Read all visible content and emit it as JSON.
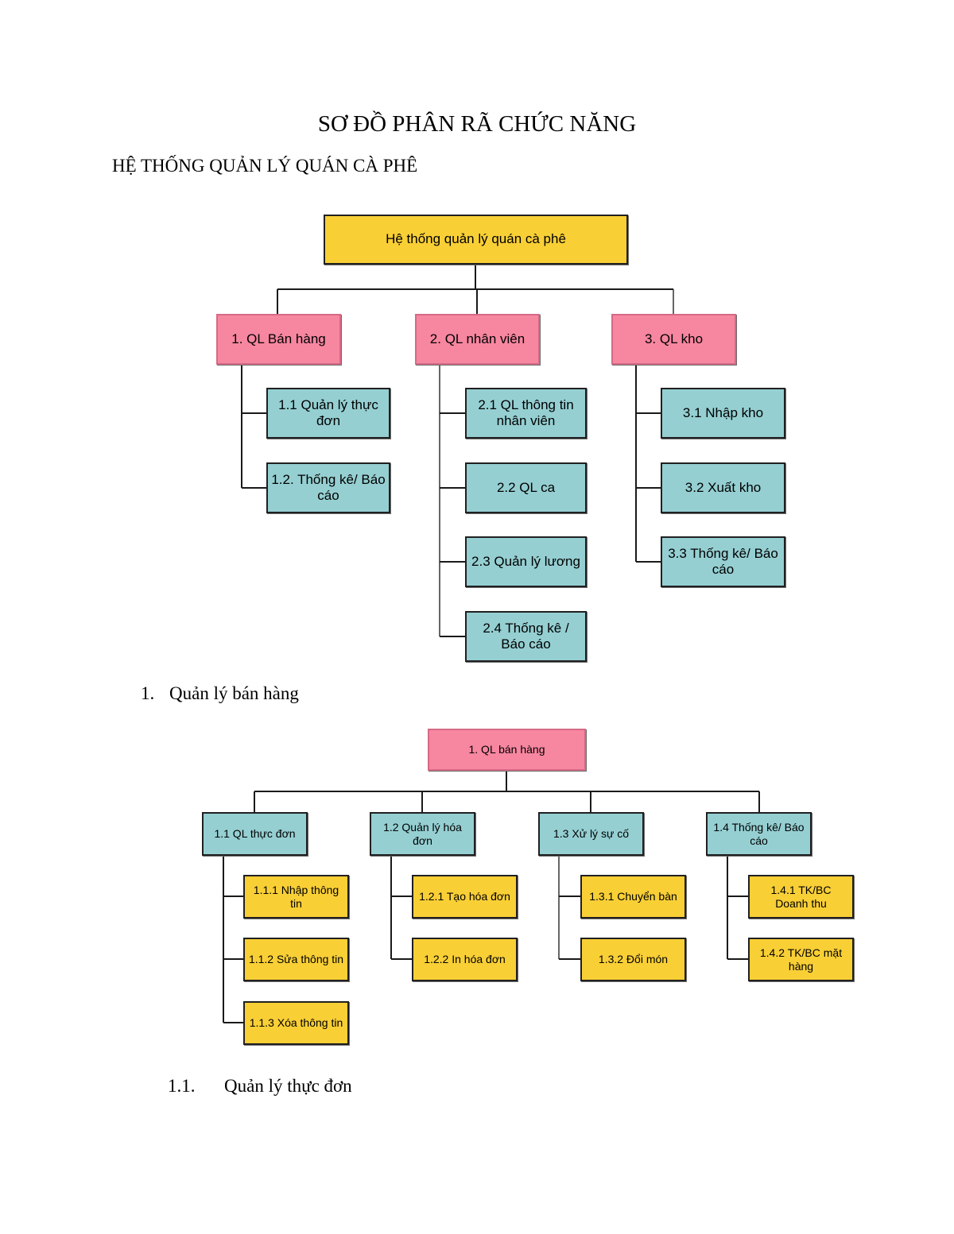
{
  "document": {
    "title": "SƠ ĐỒ PHÂN RÃ CHỨC NĂNG",
    "subtitle": "HỆ THỐNG QUẢN LÝ QUÁN CÀ PHÊ",
    "section_1": {
      "number": "1.",
      "title": "Quản lý bán hàng"
    },
    "section_1_1": {
      "number": "1.1.",
      "title": "Quản lý thực đơn"
    }
  },
  "diagram_main": {
    "root": "Hệ thống quản lý quán cà phê",
    "branches": [
      {
        "label": "1. QL Bán hàng",
        "children": [
          "1.1 Quản lý thực đơn",
          "1.2. Thống kê/ Báo cáo"
        ]
      },
      {
        "label": "2. QL nhân viên",
        "children": [
          "2.1 QL thông tin nhân viên",
          "2.2 QL ca",
          "2.3 Quản lý lương",
          "2.4 Thống kê / Báo cáo"
        ]
      },
      {
        "label": "3. QL kho",
        "children": [
          "3.1 Nhập kho",
          "3.2 Xuất kho",
          "3.3 Thống kê/ Báo cáo"
        ]
      }
    ]
  },
  "diagram_sales": {
    "root": "1. QL bán hàng",
    "branches": [
      {
        "label": "1.1 QL thực đơn",
        "children": [
          "1.1.1 Nhập thông tin",
          "1.1.2 Sửa thông tin",
          "1.1.3 Xóa thông tin"
        ]
      },
      {
        "label": "1.2 Quản lý hóa đơn",
        "children": [
          "1.2.1 Tạo hóa đơn",
          "1.2.2 In hóa đơn"
        ]
      },
      {
        "label": "1.3 Xử lý sự cố",
        "children": [
          "1.3.1 Chuyển bàn",
          "1.3.2 Đổi món"
        ]
      },
      {
        "label": "1.4 Thống kê/ Báo cáo",
        "children": [
          "1.4.1 TK/BC Doanh thu",
          "1.4.2 TK/BC mặt hàng"
        ]
      }
    ]
  },
  "colors": {
    "root": "#f9cf36",
    "branch": "#f786a0",
    "leaf_main": "#95cfd2",
    "leaf_sales": "#f9cf36"
  }
}
